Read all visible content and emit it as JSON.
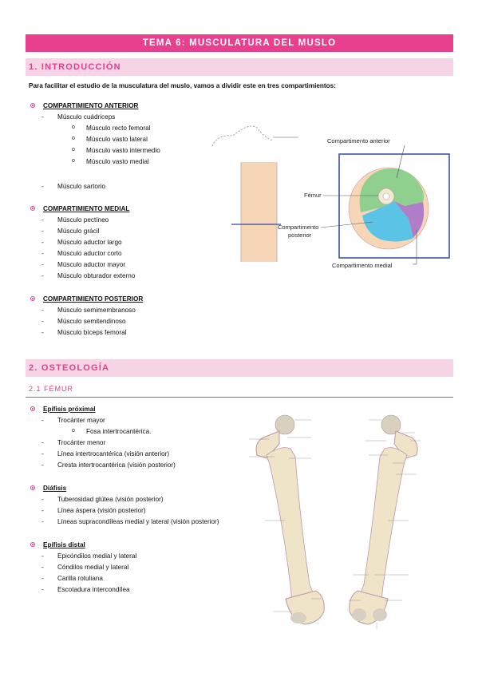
{
  "title": "TEMA 6: MUSCULATURA DEL MUSLO",
  "sections": {
    "intro_heading": "1. INTRODUCCIÓN",
    "osteo_heading": "2. OSTEOLOGÍA",
    "femur_heading": "2.1 FÉMUR"
  },
  "intro_text": "Para facilitar el estudio de la musculatura del muslo, vamos a dividir este en tres compartimientos:",
  "anterior": {
    "heading": "COMPARTIMIENTO ANTERIOR",
    "item1": "Músculo cuádriceps",
    "sub": [
      "Músculo recto femoral",
      "Músculo vasto lateral",
      "Músculo vasto intermedio",
      "Músculo vasto medial"
    ],
    "item2": "Músculo sartorio"
  },
  "medial": {
    "heading": "COMPARTIMIENTO MEDIAL",
    "items": [
      "Músculo pectíneo",
      "Músculo grácil",
      "Músculo aductor largo",
      "Músculo aductor corto",
      "Músculo aductor mayor",
      "Músculo obturador externo"
    ]
  },
  "posterior": {
    "heading": "COMPARTIMIENTO POSTERIOR",
    "items": [
      "Músculo semimembranoso",
      "Músculo semitendinoso",
      "Músculo bíceps femoral"
    ]
  },
  "figure1": {
    "label_anterior": "Compartimento anterior",
    "label_femur": "Fémur",
    "label_posterior_1": "Compartimento",
    "label_posterior_2": "posterior",
    "label_medial": "Compartimento medial"
  },
  "femur": {
    "proximal_heading": "Epífisis próximal",
    "proximal_items": [
      "Trocánter mayor",
      "Trocánter menor",
      "Línea intertrocantérica (visión anterior)",
      "Cresta intertrocantérica (visión posterior)"
    ],
    "proximal_sub": "Fosa intertrocantérica.",
    "diafisis_heading": "Diáfisis",
    "diafisis_items": [
      "Tuberosidad glútea (visión posterior)",
      "Línea áspera (visión posterior)",
      "Líneas supracondíleas medial y lateral (visión posterior)"
    ],
    "distal_heading": "Epífisis distal",
    "distal_items": [
      "Epicóndilos medial y lateral",
      "Cóndilos medial y lateral",
      "Carilla rotuliana",
      "Escotadura intercondílea"
    ]
  },
  "colors": {
    "accent": "#e83f8f",
    "section_bg": "#f7d3e6",
    "anterior": "#8fd08f",
    "posterior": "#5bc3e6",
    "medial": "#b07ec9",
    "skin": "#f7d6b8",
    "frame": "#2f4a9a"
  }
}
